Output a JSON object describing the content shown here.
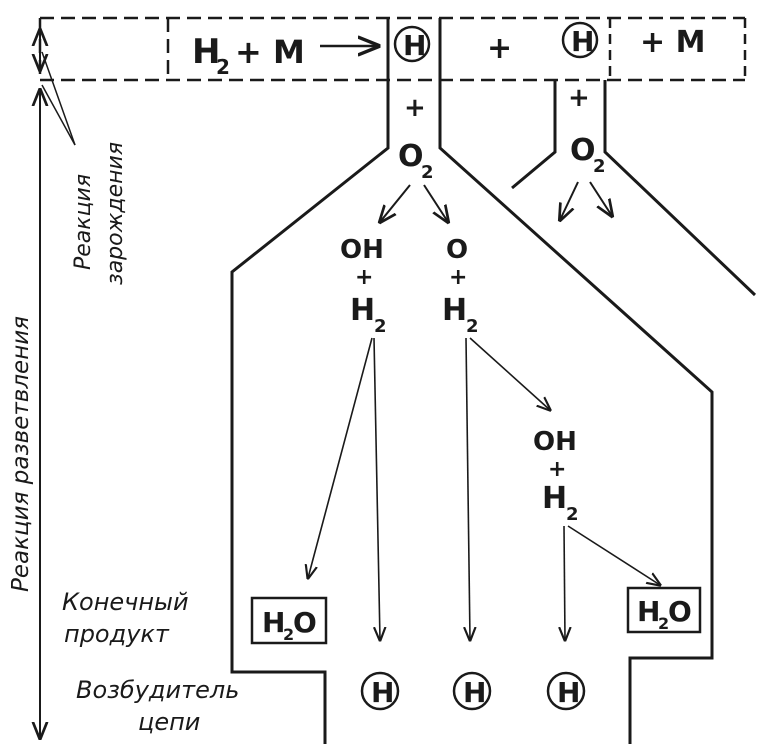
{
  "initiation_row": {
    "reactants": "H",
    "reactants_sub": "2",
    "plus_m": "+ M",
    "radical_1": "H",
    "plus_mid": "+",
    "radical_2": "H",
    "plus_m_right": "+ M"
  },
  "branch_left": {
    "plus": "+",
    "o2": "O",
    "o2_sub": "2",
    "oh": "OH",
    "o": "O",
    "plus_oh": "+",
    "plus_o": "+",
    "h2_left": "H",
    "h2_left_sub": "2",
    "h2_right": "H",
    "h2_right_sub": "2",
    "oh2": "OH",
    "plus_oh2": "+",
    "h2_third": "H",
    "h2_third_sub": "2"
  },
  "branch_right": {
    "plus": "+",
    "o2": "O",
    "o2_sub": "2"
  },
  "products": {
    "water_1": "H",
    "water_1_sub": "2",
    "water_1_o": "O",
    "water_2": "H",
    "water_2_sub": "2",
    "water_2_o": "O"
  },
  "carriers": [
    "H",
    "H",
    "H"
  ],
  "labels": {
    "initiation": "Реакция",
    "initiation_2": "зарождения",
    "branching": "Реакция разветвления",
    "final_product": "Конечный",
    "final_product_2": "продукт",
    "chain_carrier": "Возбудитель",
    "chain_carrier_2": "цепи"
  },
  "colors": {
    "ink": "#1a1a1a",
    "paper": "#ffffff"
  }
}
